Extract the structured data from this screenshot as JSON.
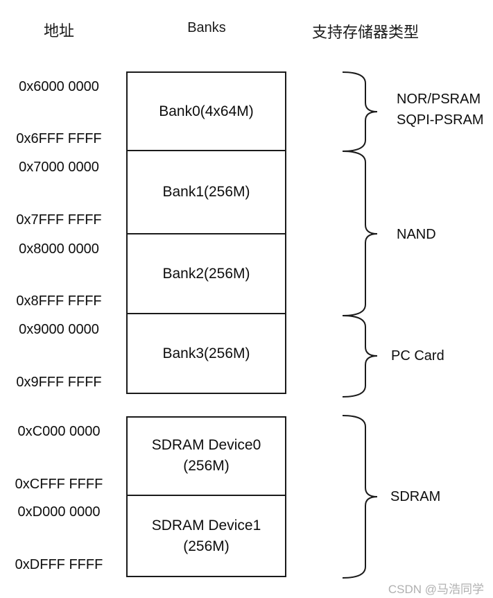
{
  "header": {
    "address": "地址",
    "banks": "Banks",
    "memory_type": "支持存储器类型"
  },
  "banks": [
    {
      "label": "Bank0(4x64M)",
      "start_addr": "0x6000 0000",
      "end_addr": "0x6FFF FFFF"
    },
    {
      "label": "Bank1(256M)",
      "start_addr": "0x7000 0000",
      "end_addr": "0x7FFF FFFF"
    },
    {
      "label": "Bank2(256M)",
      "start_addr": "0x8000 0000",
      "end_addr": "0x8FFF FFFF"
    },
    {
      "label": "Bank3(256M)",
      "start_addr": "0x9000 0000",
      "end_addr": "0x9FFF FFFF"
    }
  ],
  "sdram_devices": [
    {
      "label_line1": "SDRAM Device0",
      "label_line2": "(256M)",
      "start_addr": "0xC000 0000",
      "end_addr": "0xCFFF FFFF"
    },
    {
      "label_line1": "SDRAM Device1",
      "label_line2": "(256M)",
      "start_addr": "0xD000 0000",
      "end_addr": "0xDFFF FFFF"
    }
  ],
  "memory_types": [
    {
      "lines": [
        "NOR/PSRAM",
        "SQPI-PSRAM"
      ],
      "applies_to": "Bank0"
    },
    {
      "lines": [
        "NAND"
      ],
      "applies_to": "Bank1-Bank2"
    },
    {
      "lines": [
        "PC Card"
      ],
      "applies_to": "Bank3"
    },
    {
      "lines": [
        "SDRAM"
      ],
      "applies_to": "SDRAM Device0-Device1"
    }
  ],
  "watermark": "CSDN @马浩同学",
  "colors": {
    "line": "#1a1a1a",
    "text": "#0d0d0d",
    "watermark": "#b0b0b0",
    "background": "#ffffff"
  }
}
